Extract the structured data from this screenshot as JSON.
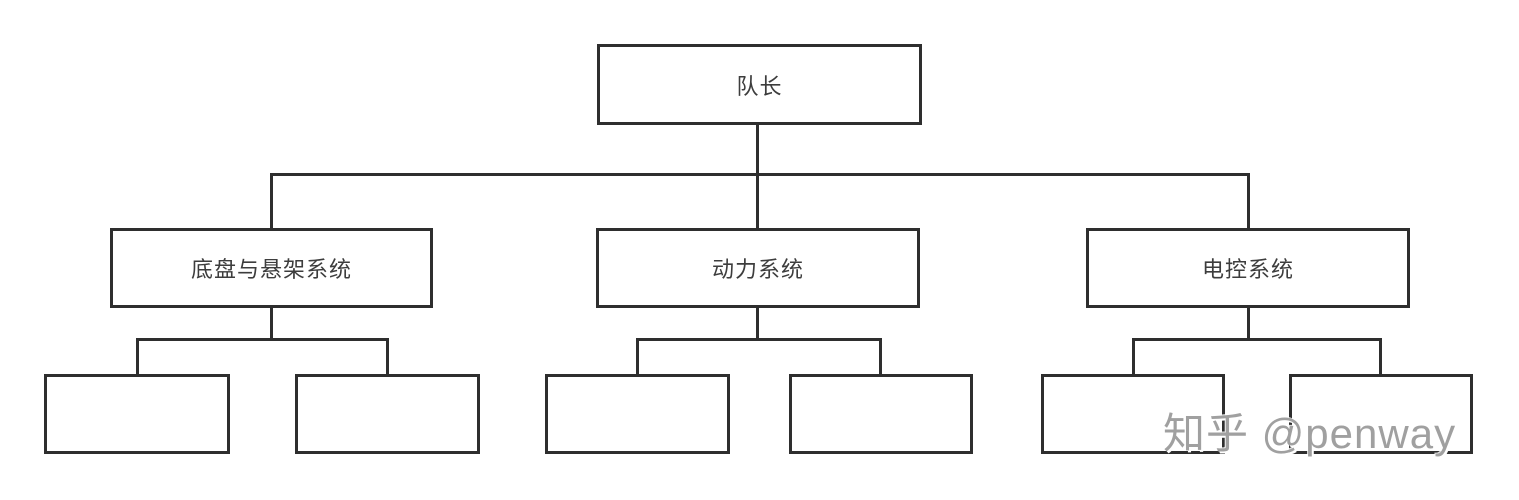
{
  "org_chart": {
    "type": "tree",
    "root": {
      "label": "队长"
    },
    "children": [
      {
        "label": "底盘与悬架系统",
        "children": [
          {
            "label": ""
          },
          {
            "label": ""
          }
        ]
      },
      {
        "label": "动力系统",
        "children": [
          {
            "label": ""
          },
          {
            "label": ""
          }
        ]
      },
      {
        "label": "电控系统",
        "children": [
          {
            "label": ""
          },
          {
            "label": ""
          }
        ]
      }
    ]
  },
  "watermark": {
    "text": "知乎 @penway"
  },
  "colors": {
    "background": "#ffffff",
    "line": "#2e2e2e",
    "box_border": "#2e2e2e",
    "box_fill": "#ffffff",
    "text": "#3d3d3d",
    "watermark_text": "#a0a0a0"
  }
}
